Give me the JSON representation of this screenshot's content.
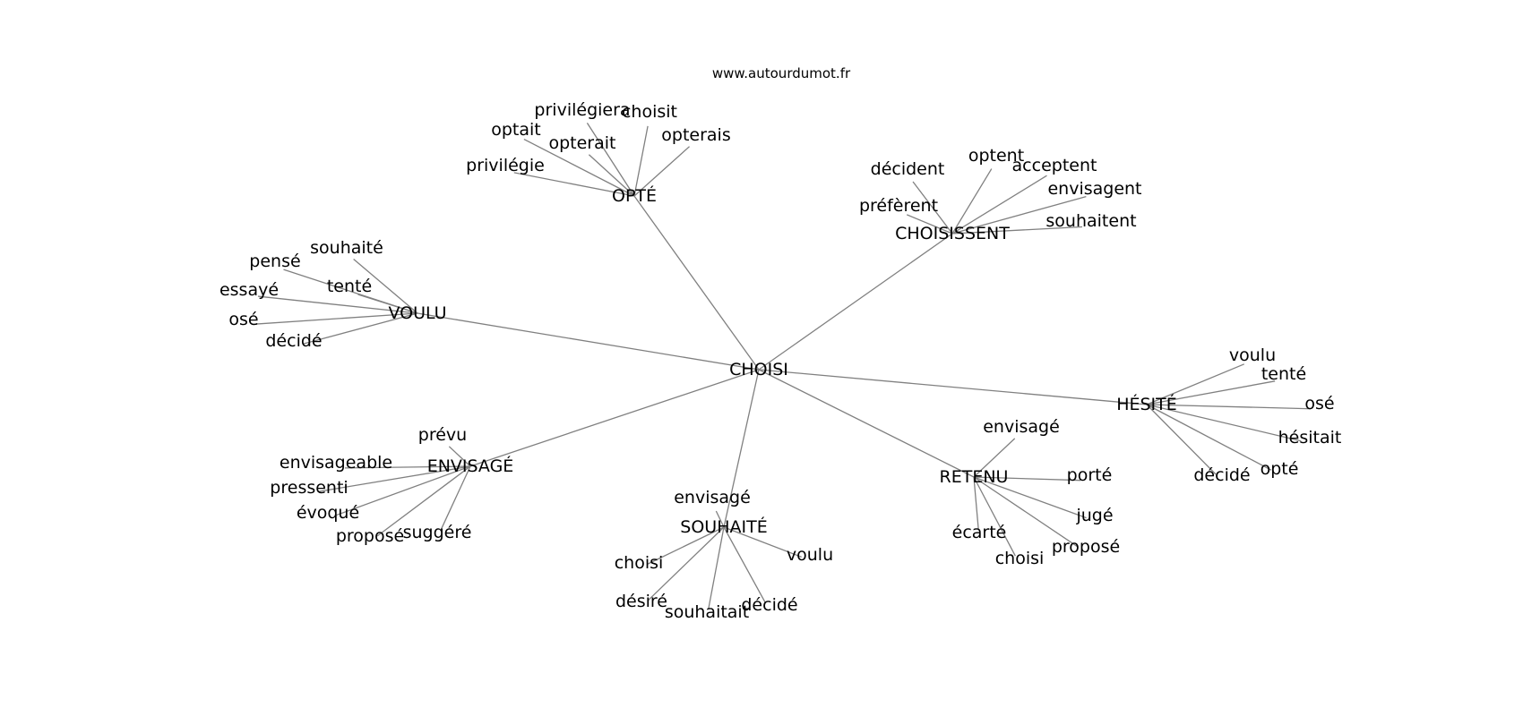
{
  "site": "www.autourdumot.fr",
  "center": "CHOISI",
  "clusters": [
    {
      "hub": "OPTÉ",
      "words": [
        "privilégiera",
        "choisit",
        "optait",
        "opterait",
        "opterais",
        "privilégie"
      ]
    },
    {
      "hub": "CHOISISSENT",
      "words": [
        "décident",
        "optent",
        "acceptent",
        "envisagent",
        "préfèrent",
        "souhaitent"
      ]
    },
    {
      "hub": "VOULU",
      "words": [
        "souhaité",
        "pensé",
        "tenté",
        "essayé",
        "osé",
        "décidé"
      ]
    },
    {
      "hub": "HÉSITÉ",
      "words": [
        "voulu",
        "tenté",
        "osé",
        "hésitait",
        "opté",
        "décidé"
      ]
    },
    {
      "hub": "ENVISAGÉ",
      "words": [
        "prévu",
        "envisageable",
        "pressenti",
        "évoqué",
        "proposé",
        "suggéré"
      ]
    },
    {
      "hub": "RETENU",
      "words": [
        "envisagé",
        "porté",
        "jugé",
        "écarté",
        "proposé",
        "choisi"
      ]
    },
    {
      "hub": "SOUHAITÉ",
      "words": [
        "envisagé",
        "choisi",
        "voulu",
        "désiré",
        "souhaitait",
        "décidé"
      ]
    }
  ]
}
